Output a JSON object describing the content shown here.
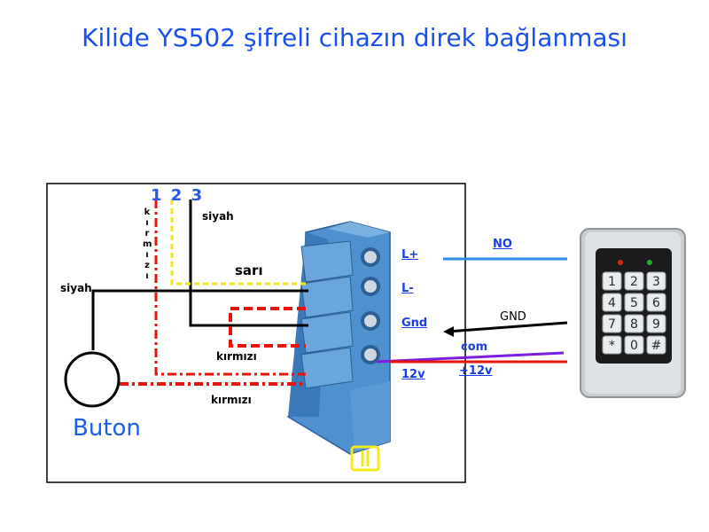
{
  "title": "Kilide YS502 şifreli cihazın direk bağlanması",
  "terminal_numbers": "1 2 3",
  "wire_labels": {
    "siyah_top": "siyah",
    "siyah_left": "siyah",
    "sari": "sarı",
    "kirmizi_1": "kırmızı",
    "kirmizi_2": "kırmızı",
    "kirmizi_vertical": [
      "k",
      "ı",
      "r",
      "m",
      "ı",
      "z",
      "ı"
    ]
  },
  "pin_labels": {
    "l_plus": "L+",
    "l_minus": "L-",
    "gnd": "Gnd",
    "v12": "12v"
  },
  "keypad_labels": {
    "no": "NO",
    "gnd": "GND",
    "com": "com",
    "plus12": "+12v"
  },
  "button_label": "Buton",
  "keypad_keys": [
    "1",
    "2",
    "3",
    "4",
    "5",
    "6",
    "7",
    "8",
    "9",
    "*",
    "0",
    "#"
  ],
  "colors": {
    "title": "#1a4ff0",
    "black_wire": "#000000",
    "yellow_wire": "#f2e81c",
    "red_wire": "#e8140c",
    "blue_wire": "#2a8ee8",
    "purple_wire": "#7a1ee0",
    "terminal": "#4a8fd0"
  }
}
